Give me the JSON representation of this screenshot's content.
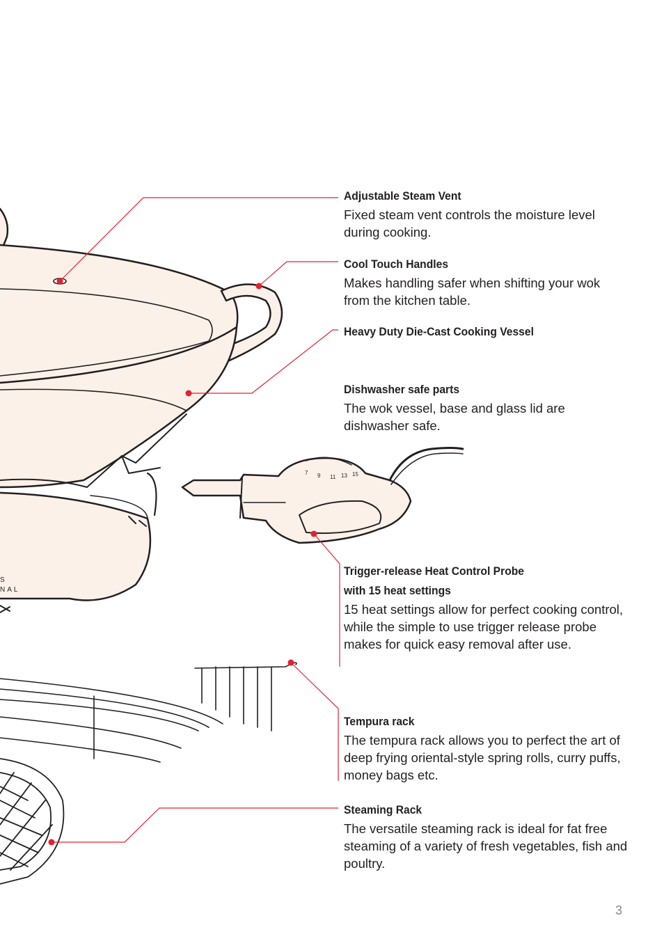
{
  "features": [
    {
      "title": "Adjustable Steam Vent",
      "desc": "Fixed steam vent controls the moisture level during cooking."
    },
    {
      "title": "Cool Touch Handles",
      "desc": "Makes handling safer when shifting your wok from the kitchen table."
    },
    {
      "title": "Heavy Duty Die-Cast Cooking Vessel",
      "desc": ""
    },
    {
      "title": "Dishwasher safe parts",
      "desc": "The wok vessel, base and glass lid are dishwasher safe."
    },
    {
      "title": "Trigger-release Heat Control Probe",
      "title2": "with 15 heat settings",
      "desc": "15 heat settings allow for perfect cooking control, while the simple to use trigger release probe makes for quick easy removal after use."
    },
    {
      "title": "Tempura rack",
      "desc": "The tempura rack allows you to perfect the art of deep frying oriental-style spring rolls, curry puffs, money bags etc."
    },
    {
      "title": "Steaming Rack",
      "desc": "The versatile steaming rack is ideal for fat free steaming of a variety of fresh vegetables, fish and poultry."
    }
  ],
  "probe_dial_numbers": [
    "7",
    "9",
    "11",
    "13",
    "15"
  ],
  "base_logo_text": [
    "S",
    "NAL"
  ],
  "page_number": "3",
  "colors": {
    "callout": "#e4222e",
    "outline": "#231f20",
    "fill": "#fbf1e9"
  }
}
